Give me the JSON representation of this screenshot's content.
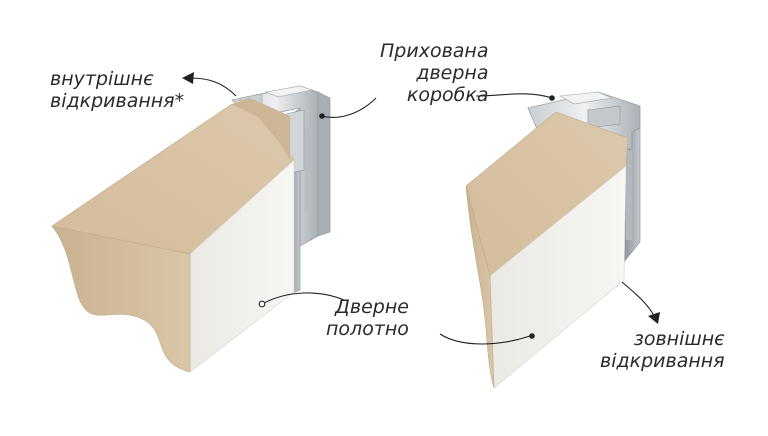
{
  "labels": {
    "inward_opening": [
      "внутрішнє",
      "відкривання*"
    ],
    "hidden_frame": [
      "Прихована",
      "дверна",
      "коробка"
    ],
    "door_leaf": [
      "Дверне",
      "полотно"
    ],
    "outward_opening": [
      "зовнішнє",
      "відкривання"
    ]
  },
  "colors": {
    "leaf_face": "#f2f1ee",
    "leaf_top": "#d8c3a5",
    "leaf_edge": "#cdb898",
    "aluminium_light": "#d9dde0",
    "aluminium_mid": "#b9bfc4",
    "aluminium_dark": "#8c9399",
    "text": "#2b2b2b",
    "leader": "#222222"
  }
}
